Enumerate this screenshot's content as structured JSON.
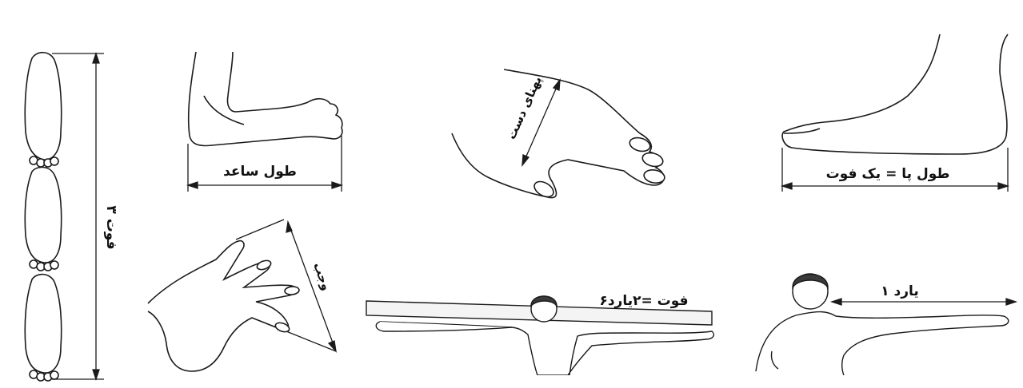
{
  "labels": {
    "three_feet": "۳ فوت",
    "forearm_length": "طول ساعد",
    "hand_width": "پهنای دست",
    "foot_length_one_foot": "طول پا = یک فوت",
    "span": "وجب",
    "six_feet_two_yards": "۶فوت =۲یارد",
    "one_yard": "۱ یارد"
  },
  "colors": {
    "ink": "#1a1a1a",
    "skin_shade": "#d9d9d9",
    "hair": "#3a3a3a"
  }
}
